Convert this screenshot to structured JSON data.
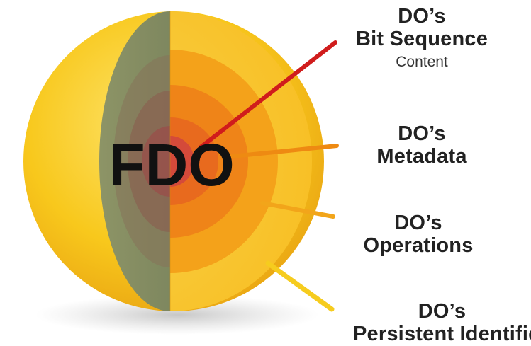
{
  "center_label": "FDO",
  "layers": [
    {
      "id": "content",
      "line1": "DO’s",
      "line2": "Bit Sequence",
      "line3": "Content",
      "pointer_color": "#d01c1c"
    },
    {
      "id": "metadata",
      "line1": "DO’s",
      "line2": "Metadata",
      "pointer_color": "#ee8a12"
    },
    {
      "id": "operations",
      "line1": "DO’s",
      "line2": "Operations",
      "pointer_color": "#f2a51a"
    },
    {
      "id": "pid",
      "line1": "DO’s",
      "line2": "Persistent Identifier",
      "pointer_color": "#f6cc1e"
    }
  ],
  "colors": {
    "outer_sphere": "#f8c81c",
    "outer_cut": "#f6b81c",
    "ring_operations": "#f4a21a",
    "ring_metadata": "#ef8418",
    "ring_content": "#e86a1e",
    "core": "#d44a3a",
    "left_face": "#7f8a62"
  }
}
